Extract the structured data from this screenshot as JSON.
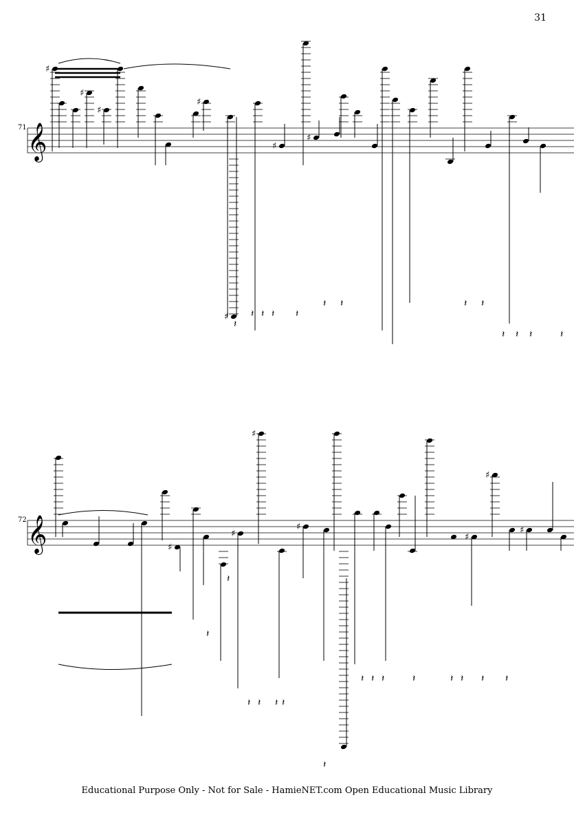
{
  "page_number": "31",
  "systems": [
    {
      "measure_number": "71"
    },
    {
      "measure_number": "72"
    }
  ],
  "footer": "Educational Purpose Only - Not for Sale - HamieNET.com Open Educational Music Library"
}
